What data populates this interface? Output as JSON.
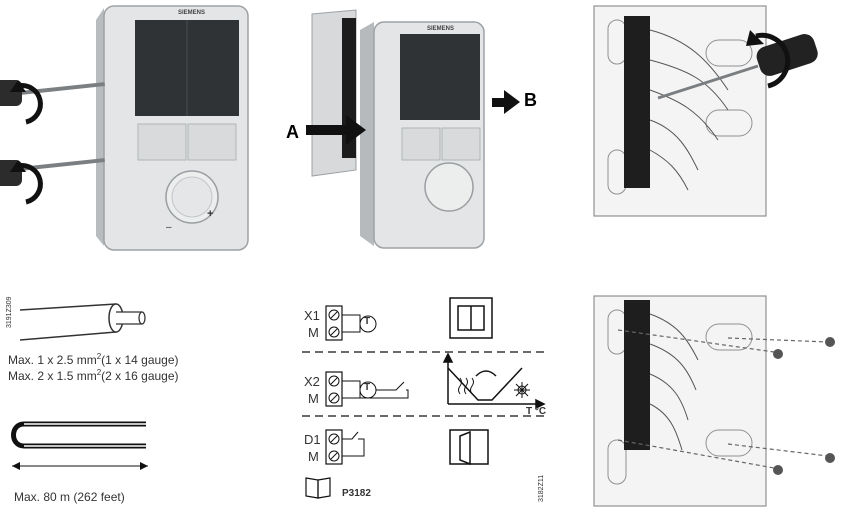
{
  "step1": {
    "brand": "SIEMENS",
    "minus": "–",
    "plus": "+"
  },
  "step2": {
    "brand": "SIEMENS",
    "arrow_a_label": "A",
    "arrow_b_label": "B"
  },
  "cable": {
    "doc_code": "3191Z309",
    "spec_line_1": "Max. 1 x 2.5 mm",
    "spec_line_1_sup": "2",
    "spec_line_1_tail": "(1 x 14 gauge)",
    "spec_line_2": "Max. 2 x 1.5 mm",
    "spec_line_2_sup": "2",
    "spec_line_2_tail": "(2 x 16 gauge)",
    "length_text": "Max. 80 m (262 feet)"
  },
  "wiring": {
    "terminals": [
      {
        "top": "X1",
        "bottom": "M",
        "sensor": "T"
      },
      {
        "top": "X2",
        "bottom": "M",
        "sensor": "T"
      },
      {
        "top": "D1",
        "bottom": "M"
      }
    ],
    "axis_label": "T °C",
    "reference": "P3182",
    "doc_code": "3182Z11"
  },
  "icons": [
    "screw-icon",
    "screwdriver-icon",
    "rotation-arrow-icon",
    "info-book-icon",
    "thermometer-icon",
    "window-contact-icon",
    "heating-icon",
    "cooling-icon"
  ]
}
